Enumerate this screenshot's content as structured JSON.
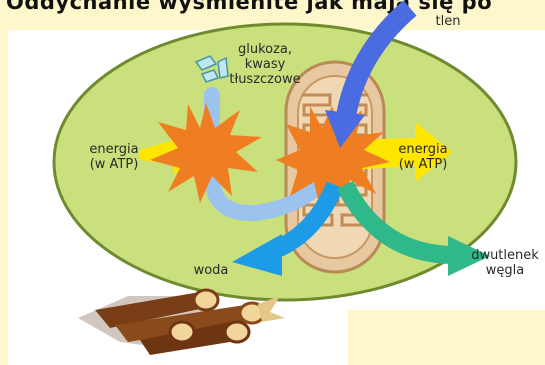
{
  "colors": {
    "background": "#fff7cc",
    "cell_fill": "#c9e07d",
    "cell_border": "#6f8a2f",
    "mitochondrion": "#e7c8a0",
    "burst": "#ef7d22",
    "oxygen_arrow": "#4a6ce0",
    "co2_arrow": "#2fb88a",
    "water_arrow": "#1e9be6",
    "energy_arrow": "#ffe600"
  },
  "top_text": "Oddychanie wyśmienite jak mają się po",
  "labels": {
    "oxygen": "tlen",
    "nutrients": "glukoza,\nkwasy\ntłuszczowe",
    "energy_left": "energia\n(w ATP)",
    "energy_right": "energia\n(w ATP)",
    "water": "woda",
    "co2": "dwutlenek\nwęgla"
  },
  "icons": [
    "glucose-crystals-icon",
    "firewood-logs-icon"
  ]
}
